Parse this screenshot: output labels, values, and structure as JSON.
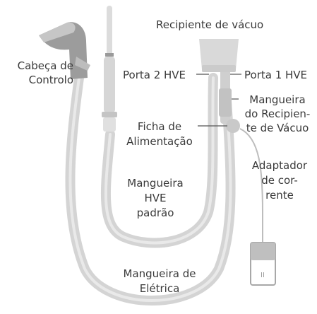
{
  "labels": {
    "vacuum_container": "Recipiente de vácuo",
    "control_head_1": "Cabeça de",
    "control_head_2": "Controlo",
    "hve_port_2": "Porta 2 HVE",
    "hve_port_1": "Porta 1 HVE",
    "container_hose_1": "Mangueira",
    "container_hose_2": "do Recipien-",
    "container_hose_3": "te de Vácuo",
    "power_plug_1": "Ficha de",
    "power_plug_2": "Alimentação",
    "power_adapter_1": "Adaptador",
    "power_adapter_2": "de cor-",
    "power_adapter_3": "rente",
    "std_hve_hose_1": "Mangueira",
    "std_hve_hose_2": "HVE",
    "std_hve_hose_3": "padrão",
    "electrical_hose_1": "Mangueira de",
    "electrical_hose_2": "Elétrica"
  },
  "adapter_mark": "II",
  "colors": {
    "hose": "#d4d4d4",
    "hose_dark": "#b8b8b8",
    "hose_light": "#e9e9e9",
    "head": "#9c9c9c",
    "text": "#3a3a3a",
    "leader": "#555555"
  }
}
